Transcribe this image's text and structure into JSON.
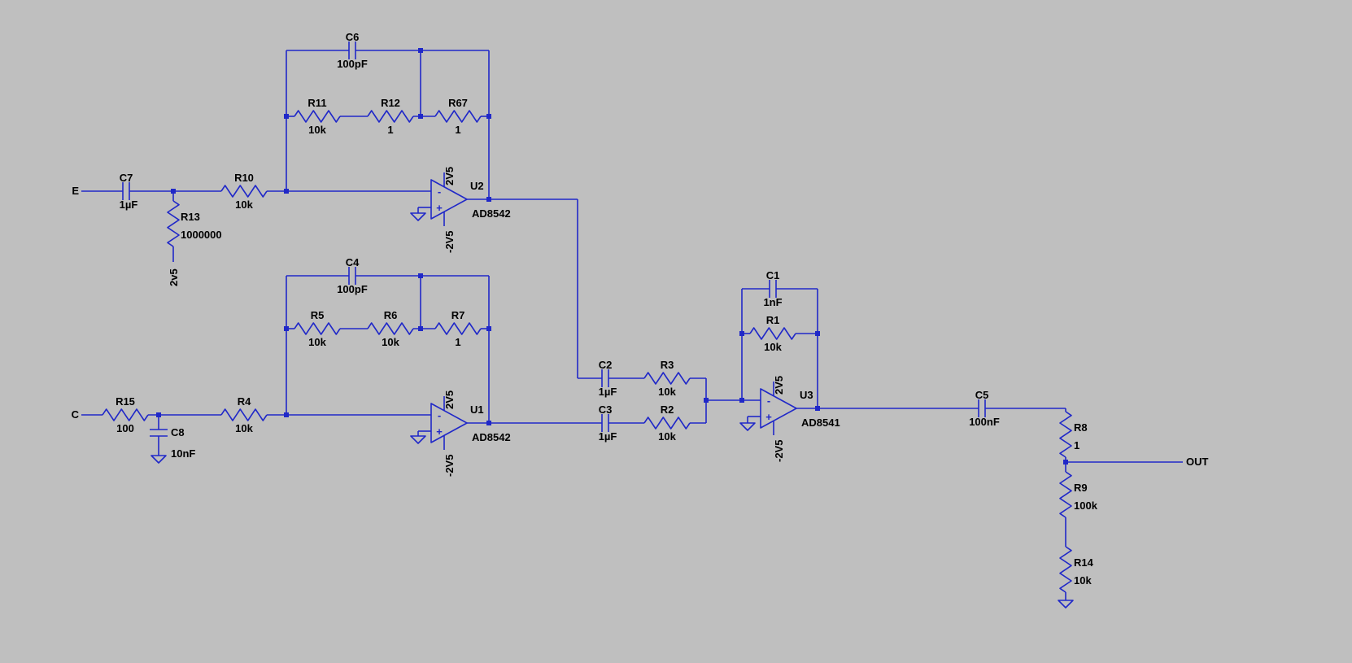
{
  "colors": {
    "background": "#bfbfbf",
    "wire": "#2028c8",
    "text": "#000000"
  },
  "ports": {
    "e": "E",
    "c": "C",
    "out": "OUT"
  },
  "net_labels": {
    "r13_bottom": "2v5"
  },
  "symbols": {
    "minus": "-",
    "plus": "+"
  },
  "opamps": {
    "u2": {
      "ref": "U2",
      "part": "AD8542",
      "vplus": "2V5",
      "vminus": "-2V5"
    },
    "u1": {
      "ref": "U1",
      "part": "AD8542",
      "vplus": "2V5",
      "vminus": "-2V5"
    },
    "u3": {
      "ref": "U3",
      "part": "AD8541",
      "vplus": "2V5",
      "vminus": "-2V5"
    }
  },
  "components": {
    "c6": {
      "ref": "C6",
      "value": "100pF"
    },
    "c4": {
      "ref": "C4",
      "value": "100pF"
    },
    "c7": {
      "ref": "C7",
      "value": "1µF"
    },
    "c8": {
      "ref": "C8",
      "value": "10nF"
    },
    "c2": {
      "ref": "C2",
      "value": "1µF"
    },
    "c3": {
      "ref": "C3",
      "value": "1µF"
    },
    "c1": {
      "ref": "C1",
      "value": "1nF"
    },
    "c5": {
      "ref": "C5",
      "value": "100nF"
    },
    "r11": {
      "ref": "R11",
      "value": "10k"
    },
    "r12": {
      "ref": "R12",
      "value": "1"
    },
    "r67": {
      "ref": "R67",
      "value": "1"
    },
    "r13": {
      "ref": "R13",
      "value": "1000000"
    },
    "r10": {
      "ref": "R10",
      "value": "10k"
    },
    "r5": {
      "ref": "R5",
      "value": "10k"
    },
    "r6": {
      "ref": "R6",
      "value": "10k"
    },
    "r7": {
      "ref": "R7",
      "value": "1"
    },
    "r15": {
      "ref": "R15",
      "value": "100"
    },
    "r4": {
      "ref": "R4",
      "value": "10k"
    },
    "r3": {
      "ref": "R3",
      "value": "10k"
    },
    "r2": {
      "ref": "R2",
      "value": "10k"
    },
    "r1": {
      "ref": "R1",
      "value": "10k"
    },
    "r8": {
      "ref": "R8",
      "value": "1"
    },
    "r9": {
      "ref": "R9",
      "value": "100k"
    },
    "r14": {
      "ref": "R14",
      "value": "10k"
    }
  }
}
